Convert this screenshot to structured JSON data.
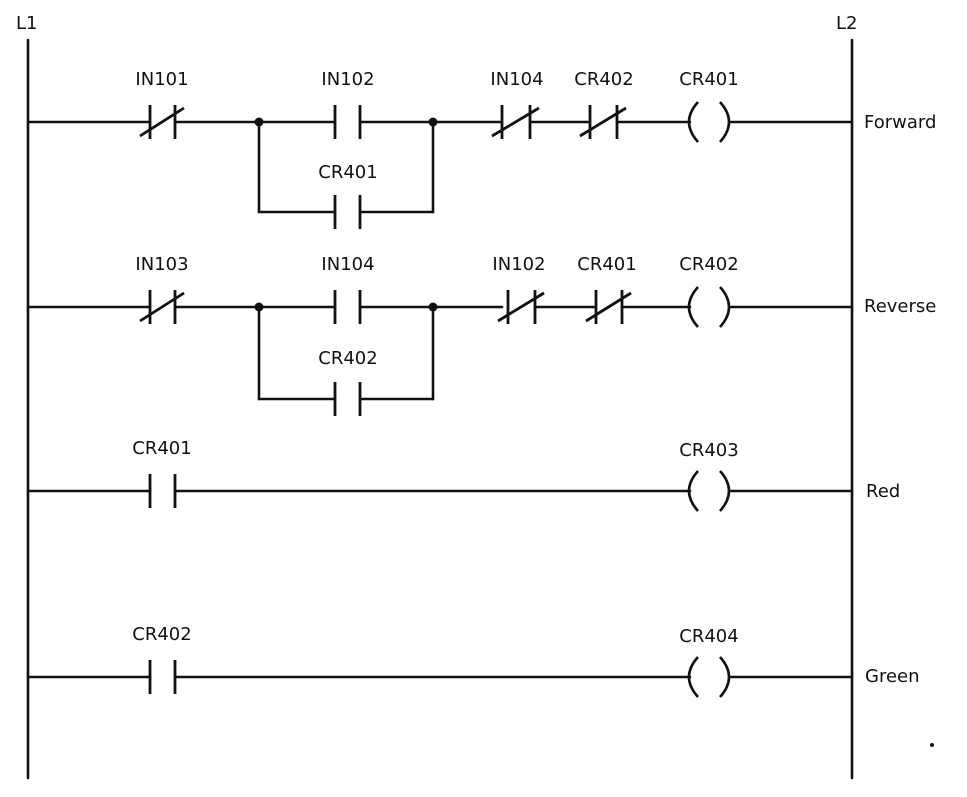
{
  "diagram": {
    "rails": {
      "left_label": "L1",
      "right_label": "L2"
    },
    "rungs": [
      {
        "output_label": "Forward",
        "coil": "CR401",
        "first_contact": {
          "tag": "IN101",
          "type": "NC"
        },
        "parallel_branch": [
          {
            "tag": "IN102",
            "type": "NO"
          },
          {
            "tag": "CR401",
            "type": "NO"
          }
        ],
        "series_contacts": [
          {
            "tag": "IN104",
            "type": "NC"
          },
          {
            "tag": "CR402",
            "type": "NC"
          }
        ]
      },
      {
        "output_label": "Reverse",
        "coil": "CR402",
        "first_contact": {
          "tag": "IN103",
          "type": "NC"
        },
        "parallel_branch": [
          {
            "tag": "IN104",
            "type": "NO"
          },
          {
            "tag": "CR402",
            "type": "NO"
          }
        ],
        "series_contacts": [
          {
            "tag": "IN102",
            "type": "NC"
          },
          {
            "tag": "CR401",
            "type": "NC"
          }
        ]
      },
      {
        "output_label": "Red",
        "coil": "CR403",
        "first_contact": {
          "tag": "CR401",
          "type": "NO"
        },
        "parallel_branch": [],
        "series_contacts": []
      },
      {
        "output_label": "Green",
        "coil": "CR404",
        "first_contact": {
          "tag": "CR402",
          "type": "NO"
        },
        "parallel_branch": [],
        "series_contacts": []
      }
    ]
  }
}
